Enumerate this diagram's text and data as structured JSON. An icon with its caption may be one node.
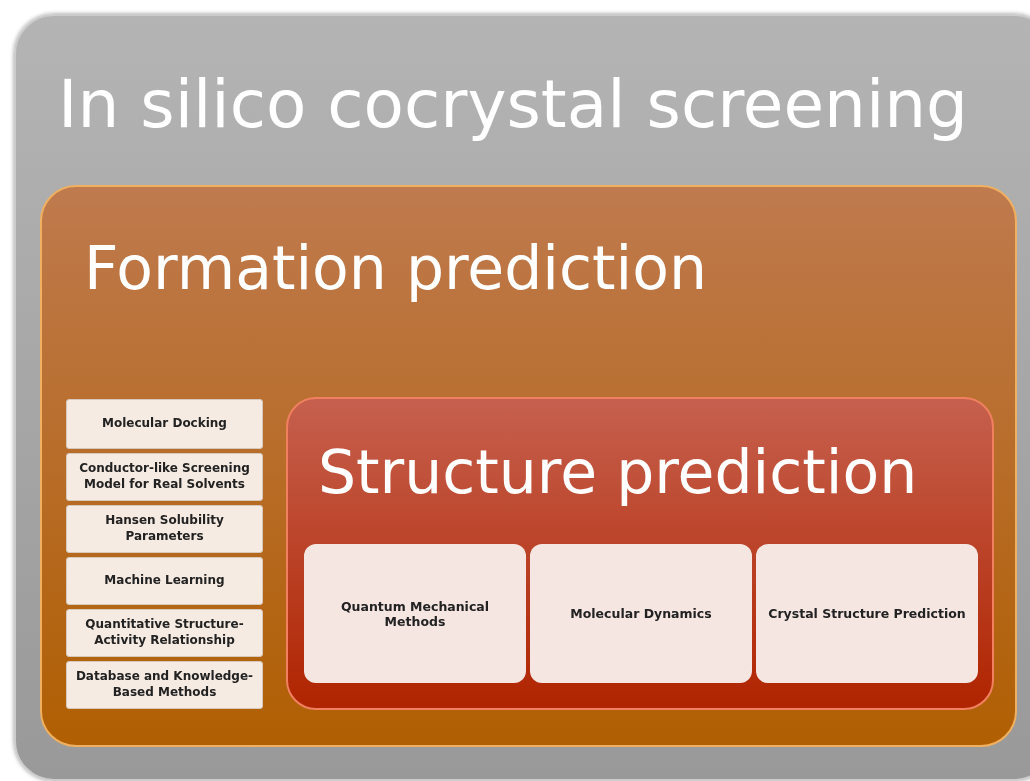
{
  "diagram": {
    "nodes": [
      {
        "text": [
          "In silico cocrystal screening"
        ]
      },
      {
        "text": [
          "Formation prediction"
        ],
        "in": 0
      },
      {
        "text": [
          "Molecular Docking"
        ],
        "in": 1
      },
      {
        "text": [
          "Conductor-like Screening Model for Real Solvents"
        ],
        "in": 1
      },
      {
        "text": [
          "Hansen Solubility Parameters"
        ],
        "in": 1
      },
      {
        "text": [
          "Machine Learning"
        ],
        "in": 1
      },
      {
        "text": [
          "Quantitative Structure-Activity Relationship"
        ],
        "in": 1
      },
      {
        "text": [
          "Database and Knowledge-Based Methods"
        ],
        "in": 1
      },
      {
        "text": [
          "Structure prediction"
        ],
        "in": 1
      },
      {
        "text": [
          "Quantum Mechanical Methods"
        ],
        "in": 8
      },
      {
        "text": [
          "Molecular Dynamics"
        ],
        "in": 8
      },
      {
        "text": [
          "Crystal Structure Prediction"
        ],
        "in": 8
      }
    ]
  }
}
